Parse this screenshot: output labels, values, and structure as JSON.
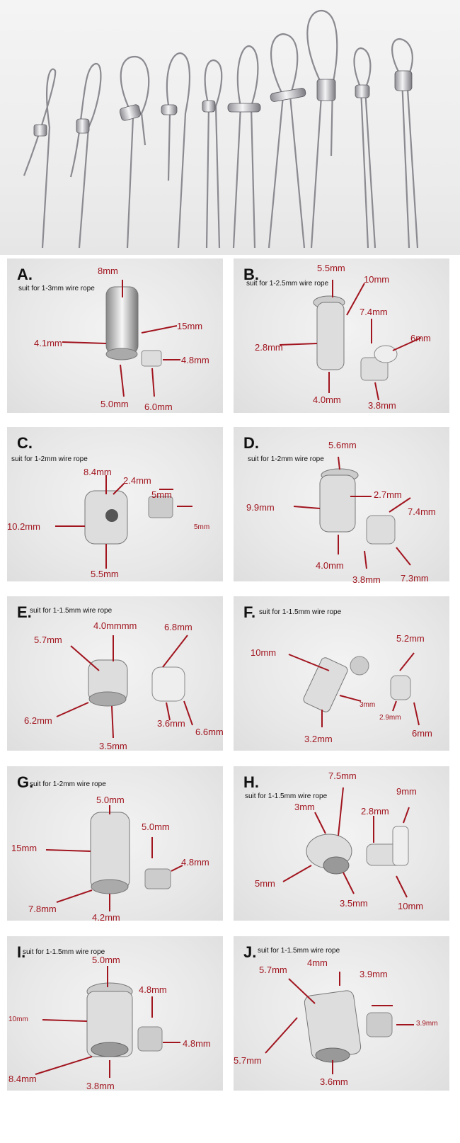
{
  "panels": [
    {
      "id": "a",
      "letter": "A.",
      "suit": "suit for 1-3mm wire rope",
      "dims": [
        "8mm",
        "15mm",
        "4.1mm",
        "4.8mm",
        "5.0mm",
        "6.0mm"
      ]
    },
    {
      "id": "b",
      "letter": "B.",
      "suit": "suit for 1-2.5mm wire rope",
      "dims": [
        "5.5mm",
        "10mm",
        "7.4mm",
        "6mm",
        "2.8mm",
        "4.0mm",
        "3.8mm"
      ]
    },
    {
      "id": "c",
      "letter": "C.",
      "suit": "suit for 1-2mm wire rope",
      "dims": [
        "8.4mm",
        "2.4mm",
        "5mm",
        "10.2mm",
        "5mm",
        "5.5mm"
      ]
    },
    {
      "id": "d",
      "letter": "D.",
      "suit": "suit for 1-2mm wire rope",
      "dims": [
        "5.6mm",
        "2.7mm",
        "9.9mm",
        "7.4mm",
        "4.0mm",
        "3.8mm",
        "7.3mm"
      ]
    },
    {
      "id": "e",
      "letter": "E.",
      "suit": "suit for 1-1.5mm wire rope",
      "dims": [
        "4.0mmmm",
        "6.8mm",
        "5.7mm",
        "6.2mm",
        "3.6mm",
        "6.6mm",
        "3.5mm"
      ]
    },
    {
      "id": "f",
      "letter": "F.",
      "suit": "suit for 1-1.5mm wire rope",
      "dims": [
        "10mm",
        "5.2mm",
        "3mm",
        "2.9mm",
        "3.2mm",
        "6mm"
      ]
    },
    {
      "id": "g",
      "letter": "G.",
      "suit": "suit for 1-2mm wire rope",
      "dims": [
        "5.0mm",
        "5.0mm",
        "15mm",
        "4.8mm",
        "7.8mm",
        "4.2mm"
      ]
    },
    {
      "id": "h",
      "letter": "H.",
      "suit": "suit for 1-1.5mm wire rope",
      "dims": [
        "7.5mm",
        "9mm",
        "3mm",
        "2.8mm",
        "5mm",
        "3.5mm",
        "10mm"
      ]
    },
    {
      "id": "i",
      "letter": "I.",
      "suit": "suit for 1-1.5mm wire rope",
      "dims": [
        "5.0mm",
        "4.8mm",
        "10mm",
        "4.8mm",
        "8.4mm",
        "3.8mm"
      ]
    },
    {
      "id": "j",
      "letter": "J.",
      "suit": "suit for 1-1.5mm wire rope",
      "dims": [
        "4mm",
        "5.7mm",
        "3.9mm",
        "3.9mm",
        "5.7mm",
        "3.6mm"
      ]
    }
  ],
  "colors": {
    "annotation": "#a1151f",
    "metal": "#c8c8cc"
  }
}
